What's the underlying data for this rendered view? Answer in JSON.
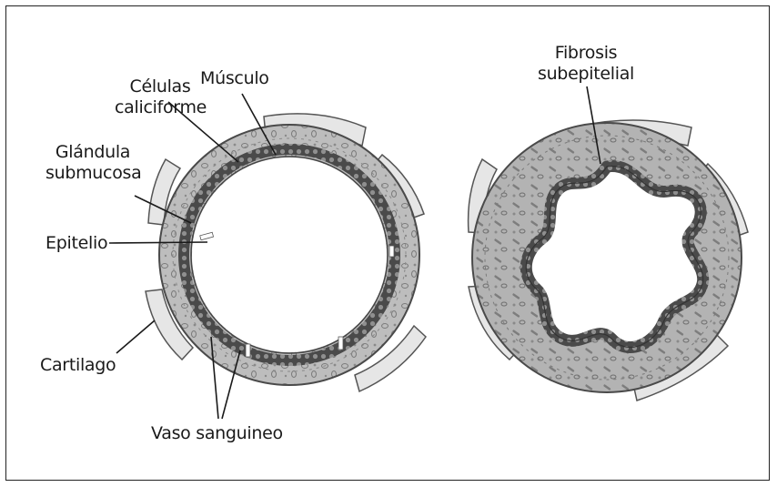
{
  "labels": {
    "celulas": [
      "Células",
      "caliciforme"
    ],
    "musculo": "Músculo",
    "glandula": [
      "Glándula",
      "submucosa"
    ],
    "epitelio": "Epitelio",
    "cartilago": "Cartilago",
    "vaso": "Vaso sanguineo",
    "fibrosis": [
      "Fibrosis",
      "subepitelial"
    ]
  },
  "colors": {
    "wall": "#b9b9b9",
    "wall_dark": "#8c8c8c",
    "cartilage": "#e6e6e6",
    "epithelium": "#3a3a3a",
    "lumen": "#ffffff"
  }
}
